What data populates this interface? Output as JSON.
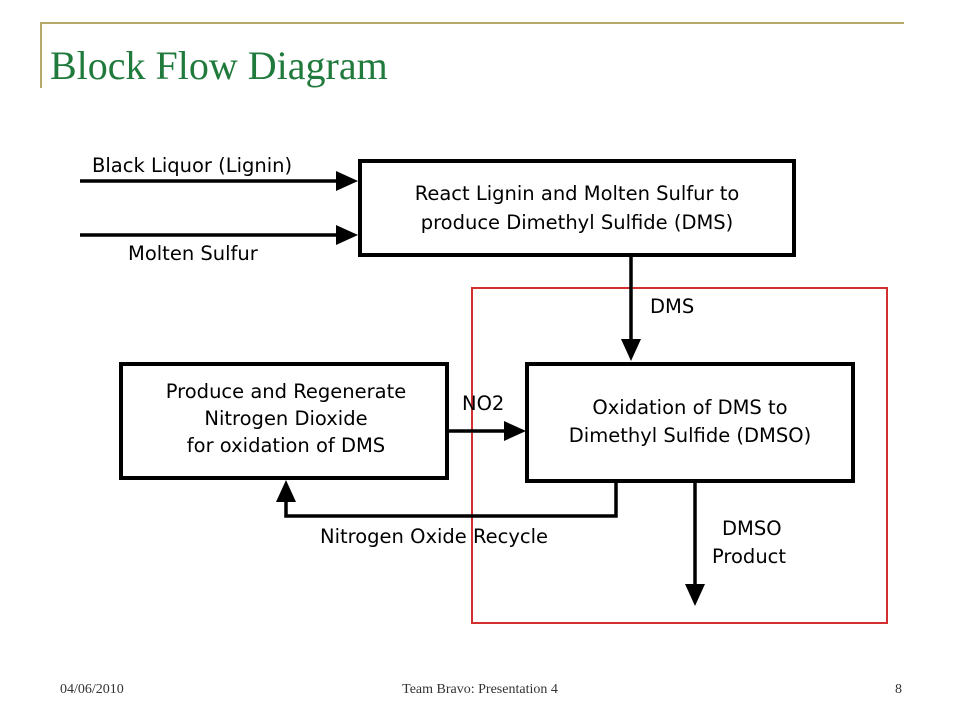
{
  "slide": {
    "title": "Block Flow Diagram",
    "footer_date": "04/06/2010",
    "footer_center": "Team Bravo:  Presentation 4",
    "page_number": "8"
  },
  "diagram": {
    "inputs": {
      "black_liquor": "Black Liquor (Lignin)",
      "molten_sulfur": "Molten Sulfur"
    },
    "boxes": {
      "react": [
        "React Lignin and Molten Sulfur to",
        "produce Dimethyl Sulfide (DMS)"
      ],
      "regenerate": [
        "Produce and Regenerate",
        "Nitrogen Dioxide",
        "for oxidation of DMS"
      ],
      "oxidation": [
        "Oxidation of DMS to",
        "Dimethyl Sulfide (DMSO)"
      ]
    },
    "streams": {
      "dms": "DMS",
      "no2": "NO2",
      "recycle": "Nitrogen Oxide Recycle",
      "product": [
        "DMSO",
        "Product"
      ]
    },
    "colors": {
      "highlight_box": "#d32f2f",
      "title": "#1f7a3c",
      "frame": "#b5a96a"
    }
  }
}
